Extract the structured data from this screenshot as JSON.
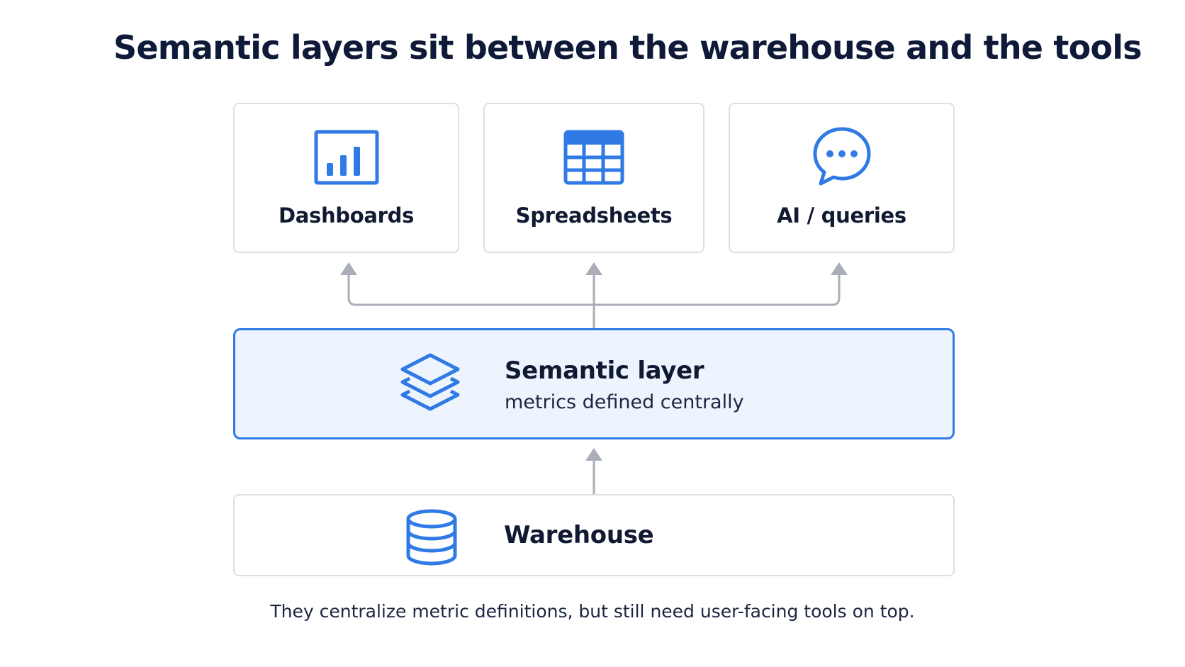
{
  "title": "Semantic layers sit between the warehouse and the tools",
  "tools": [
    {
      "label": "Dashboards",
      "icon": "bar-chart-icon"
    },
    {
      "label": "Spreadsheets",
      "icon": "spreadsheet-icon"
    },
    {
      "label": "AI / queries",
      "icon": "chat-bubble-icon"
    }
  ],
  "semantic_layer": {
    "title": "Semantic layer",
    "subtitle": "metrics defined centrally",
    "icon": "layers-icon"
  },
  "warehouse": {
    "label": "Warehouse",
    "icon": "database-icon"
  },
  "caption": "They centralize metric definitions, but still need user-facing tools on top.",
  "colors": {
    "accent": "#2f7ae5",
    "accent_fill": "#eef4fd",
    "connector": "#a9aeb8",
    "card_border": "#dcdfe4",
    "text": "#101a36"
  }
}
